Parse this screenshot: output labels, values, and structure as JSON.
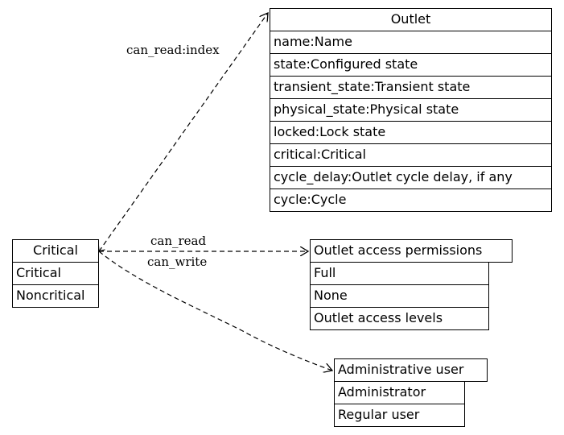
{
  "outlet": {
    "title": "Outlet",
    "fields": [
      "name:Name",
      "state:Configured state",
      "transient_state:Transient state",
      "physical_state:Physical state",
      "locked:Lock state",
      "critical:Critical",
      "cycle_delay:Outlet cycle delay, if any",
      "cycle:Cycle"
    ]
  },
  "critical": {
    "title": "Critical",
    "fields": [
      "Critical",
      "Noncritical"
    ]
  },
  "permissions": {
    "title": "Outlet access permissions",
    "fields": [
      "Full",
      "None",
      "Outlet access levels"
    ]
  },
  "admin": {
    "title": "Administrative user",
    "fields": [
      "Administrator",
      "Regular user"
    ]
  },
  "edges": {
    "can_read_index": "can_read:index",
    "can_read": "can_read",
    "can_write": "can_write"
  }
}
